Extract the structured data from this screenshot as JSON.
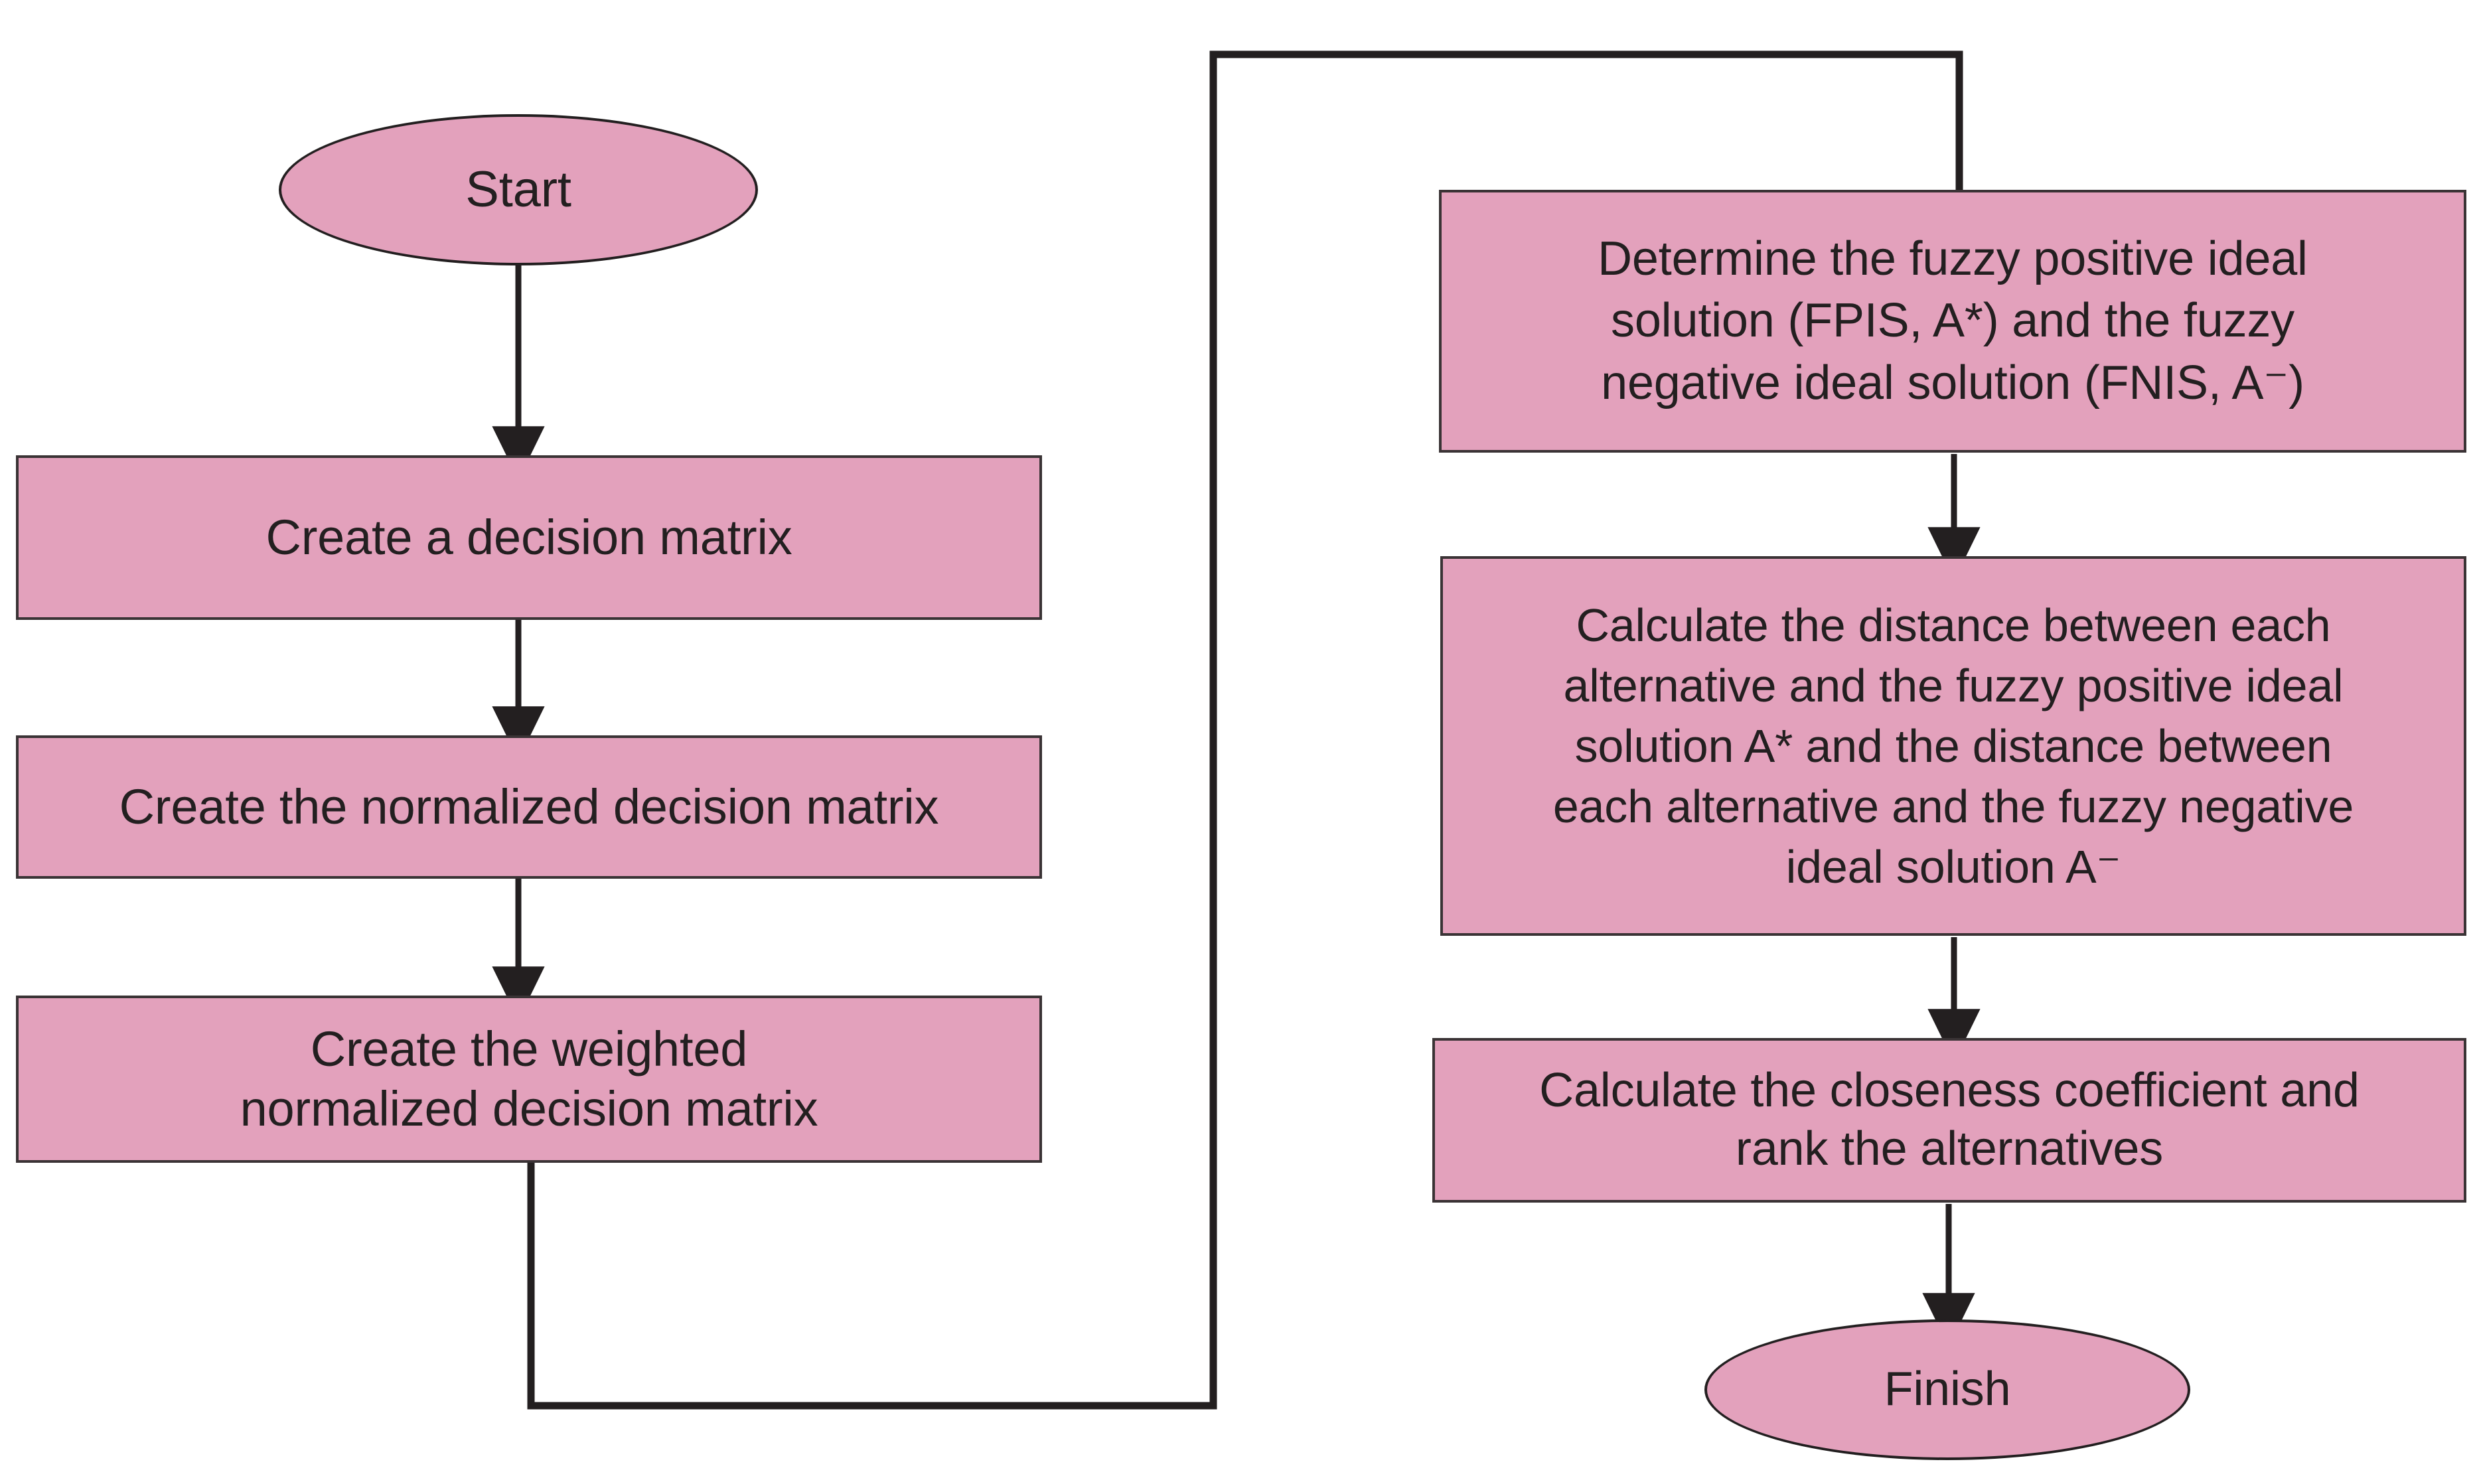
{
  "diagram": {
    "title": "Fuzzy TOPSIS method flowchart",
    "colors": {
      "node_fill": "#e3a1bc",
      "node_border": "#3a3335",
      "connector": "#231f20",
      "text": "#231f20",
      "background": "#ffffff"
    },
    "nodes": [
      {
        "id": "start",
        "shape": "ellipse",
        "label": "Start"
      },
      {
        "id": "decision-matrix",
        "shape": "rectangle",
        "label": "Create a decision matrix"
      },
      {
        "id": "normalized-matrix",
        "shape": "rectangle",
        "label": "Create the normalized decision matrix"
      },
      {
        "id": "weighted-matrix",
        "shape": "rectangle",
        "label": "Create the weighted\nnormalized decision matrix"
      },
      {
        "id": "fpis-fnis",
        "shape": "rectangle",
        "label": "Determine the fuzzy positive ideal\nsolution (FPIS, A*) and the fuzzy\nnegative ideal solution (FNIS, A⁻)"
      },
      {
        "id": "distances",
        "shape": "rectangle",
        "label": "Calculate the distance between each\nalternative and the fuzzy positive ideal\nsolution A* and the distance between\neach alternative and the fuzzy negative\nideal solution A⁻"
      },
      {
        "id": "closeness",
        "shape": "rectangle",
        "label": "Calculate the closeness coefficient and\nrank the alternatives"
      },
      {
        "id": "finish",
        "shape": "ellipse",
        "label": "Finish"
      }
    ],
    "edges": [
      {
        "id": "start-to-decision-matrix",
        "from": "start",
        "to": "decision-matrix",
        "style": "straight-down",
        "arrow": true
      },
      {
        "id": "decision-matrix-to-normalized-matrix",
        "from": "decision-matrix",
        "to": "normalized-matrix",
        "style": "straight-down",
        "arrow": true
      },
      {
        "id": "normalized-matrix-to-weighted-matrix",
        "from": "normalized-matrix",
        "to": "weighted-matrix",
        "style": "straight-down",
        "arrow": true
      },
      {
        "id": "weighted-matrix-to-fpis-fnis",
        "from": "weighted-matrix",
        "to": "fpis-fnis",
        "style": "orthogonal-loop",
        "arrow": false
      },
      {
        "id": "fpis-fnis-to-distances",
        "from": "fpis-fnis",
        "to": "distances",
        "style": "straight-down",
        "arrow": true
      },
      {
        "id": "distances-to-closeness",
        "from": "distances",
        "to": "closeness",
        "style": "straight-down",
        "arrow": true
      },
      {
        "id": "closeness-to-finish",
        "from": "closeness",
        "to": "finish",
        "style": "straight-down",
        "arrow": true
      }
    ]
  }
}
